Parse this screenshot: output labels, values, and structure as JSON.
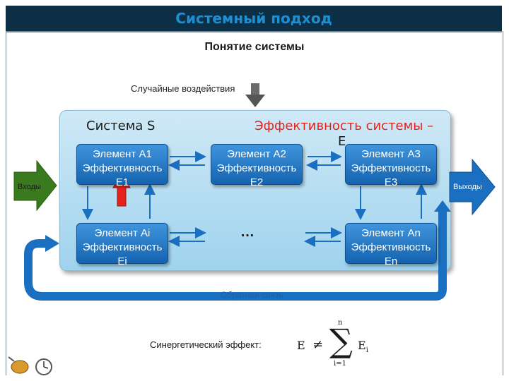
{
  "header": {
    "title": "Системный подход"
  },
  "subtitle": "Понятие системы",
  "random_label": "Случайные воздействия",
  "system": {
    "label": "Система S",
    "efficiency_label": "Эффективность системы –",
    "efficiency_symbol": "E"
  },
  "elements": [
    {
      "line1": "Элемент А1",
      "line2": "Эффективность",
      "line3": "E1"
    },
    {
      "line1": "Элемент А2",
      "line2": "Эффективность",
      "line3": "E2"
    },
    {
      "line1": "Элемент А3",
      "line2": "Эффективность",
      "line3": "E3"
    },
    {
      "line1": "Элемент Ai",
      "line2": "Эффективность",
      "line3": "Ei"
    },
    {
      "line1": "Элемент An",
      "line2": "Эффективность",
      "line3": "En"
    }
  ],
  "dots": "…",
  "inputs_label": "Входы",
  "outputs_label": "Выходы",
  "feedback_label": "Обратная связь",
  "synergy_label": "Синергетический эффект:",
  "formula": {
    "lhs": "E",
    "relation": "≠",
    "sum_upper": "n",
    "sum_lower": "i=1",
    "term": "E",
    "term_subscript": "i"
  },
  "colors": {
    "header_bg": "#0d2f46",
    "header_text": "#1f8fd1",
    "element_fill": "#1f74c4",
    "arrow_blue": "#1a6fc0",
    "efficiency_red": "#e5231b",
    "input_green": "#3a7a1f"
  }
}
